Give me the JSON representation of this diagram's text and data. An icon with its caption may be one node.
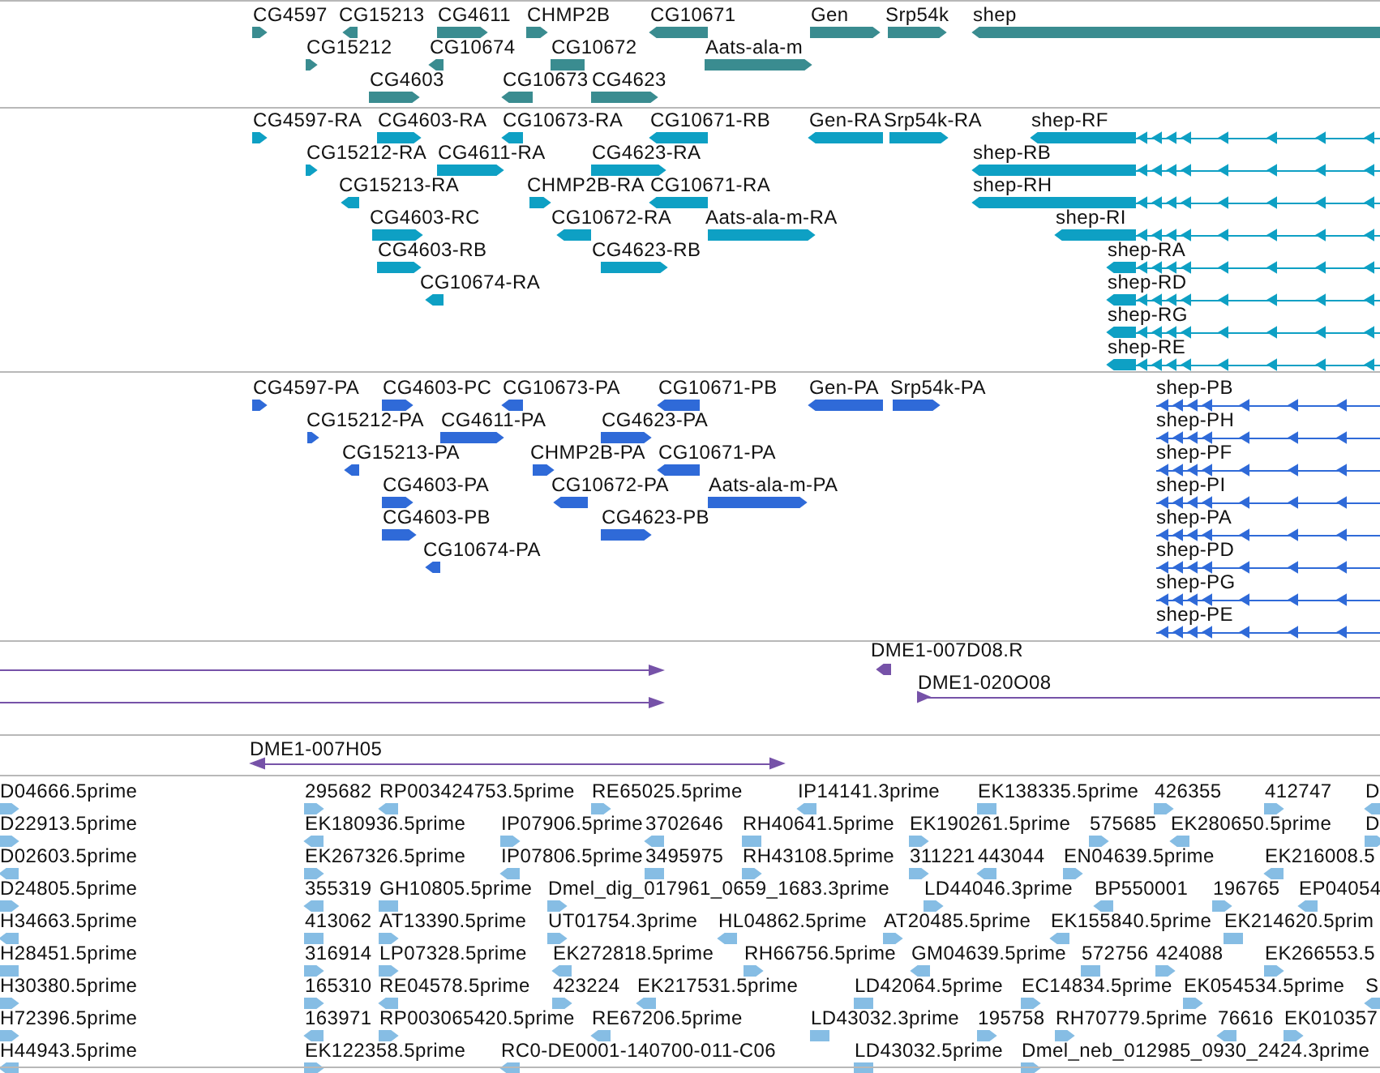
{
  "diagram": {
    "labels": [
      "CG4597",
      "CG15213",
      "CG4611",
      "CHMP2B",
      "CG10671",
      "Gen",
      "Srp54k",
      "shep",
      "CG15212",
      "CG10674",
      "CG10672",
      "Aats-ala-m",
      "CG4603",
      "CG10673",
      "CG4623",
      "CG4597-RA",
      "CG4603-RA",
      "CG10673-RA",
      "CG10671-RB",
      "Gen-RA",
      "Srp54k-RA",
      "shep-RF",
      "CG15212-RA",
      "CG4611-RA",
      "CG4623-RA",
      "shep-RB",
      "CG15213-RA",
      "CHMP2B-RA",
      "CG10671-RA",
      "shep-RH",
      "CG4603-RC",
      "CG10672-RA",
      "Aats-ala-m-RA",
      "shep-RI",
      "CG4603-RB",
      "CG4623-RB",
      "shep-RA",
      "CG10674-RA",
      "shep-RD",
      "shep-RG",
      "shep-RE",
      "CG4597-PA",
      "CG4603-PC",
      "CG10673-PA",
      "CG10671-PB",
      "Gen-PA",
      "Srp54k-PA",
      "shep-PB",
      "CG15212-PA",
      "CG4611-PA",
      "CG4623-PA",
      "shep-PH",
      "CG15213-PA",
      "CHMP2B-PA",
      "CG10671-PA",
      "shep-PF",
      "CG4603-PA",
      "CG10672-PA",
      "Aats-ala-m-PA",
      "shep-PI",
      "CG4603-PB",
      "CG4623-PB",
      "shep-PA",
      "CG10674-PA",
      "shep-PD",
      "shep-PG",
      "shep-PE",
      "DME1-007D08.R",
      "DME1-020O08",
      "DME1-007H05",
      "D04666.5prime",
      "295682",
      "RP003424753.5prime",
      "RE65025.5prime",
      "IP14141.3prime",
      "EK138335.5prime",
      "426355",
      "412747",
      "D",
      "D22913.5prime",
      "EK180936.5prime",
      "IP07906.5prime",
      "3702646",
      "RH40641.5prime",
      "EK190261.5prime",
      "575685",
      "EK280650.5prime",
      "D",
      "D02603.5prime",
      "EK267326.5prime",
      "IP07806.5prime",
      "3495975",
      "RH43108.5prime",
      "311221",
      "443044",
      "EN04639.5prime",
      "EK216008.5",
      "D24805.5prime",
      "355319",
      "GH10805.5prime",
      "Dmel_dig_017961_0659_1683.3prime",
      "LD44046.3prime",
      "BP550001",
      "196765",
      "EP04054",
      "H34663.5prime",
      "413062",
      "AT13390.5prime",
      "UT01754.3prime",
      "HL04862.5prime",
      "AT20485.5prime",
      "EK155840.5prime",
      "EK214620.5prim",
      "H28451.5prime",
      "316914",
      "LP07328.5prime",
      "EK272818.5prime",
      "RH66756.5prime",
      "GM04639.5prime",
      "572756",
      "424088",
      "EK266553.5",
      "H30380.5prime",
      "165310",
      "RE04578.5prime",
      "423224",
      "EK217531.5prime",
      "LD42064.5prime",
      "EC14834.5prime",
      "EK054534.5prime",
      "S",
      "H72396.5prime",
      "163971",
      "RP003065420.5prime",
      "RE67206.5prime",
      "LD43032.3prime",
      "195758",
      "RH70779.5prime",
      "76616",
      "EK010357",
      "H44943.5prime",
      "EK122358.5prime",
      "RC0-DE0001-140700-011-C06",
      "LD43032.5prime",
      "Dmel_neb_012985_0930_2424.3prime"
    ]
  }
}
